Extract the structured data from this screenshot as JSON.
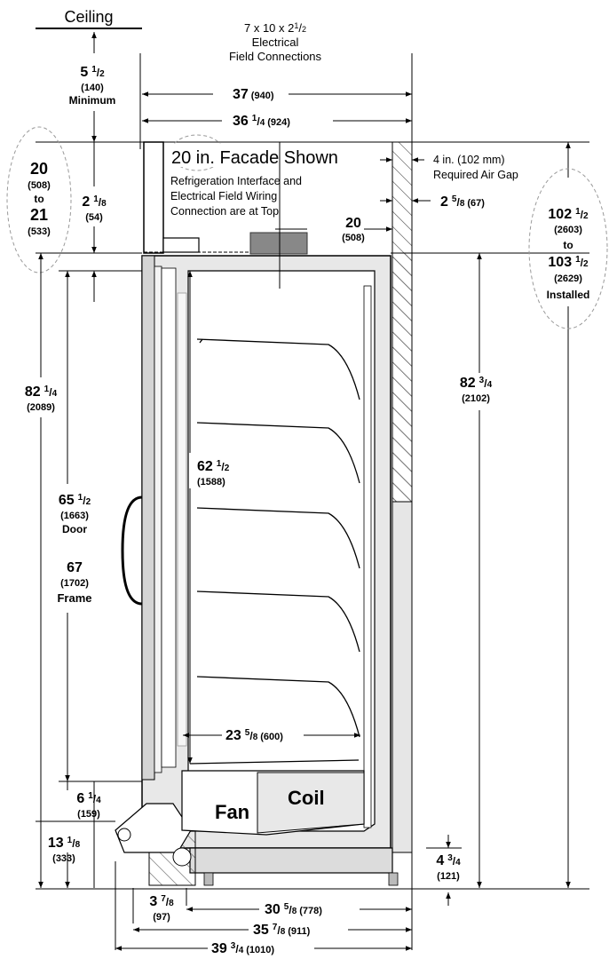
{
  "top_note": {
    "ceiling": "Ceiling",
    "electrical_size_a": "7 x 10 x 2",
    "electrical_size_sup": "1",
    "electrical_size_sub": "2",
    "electrical_line2": "Electrical",
    "electrical_line3": "Field Connections"
  },
  "facade": {
    "title": "20 in. Facade Shown",
    "note_line1": "Refrigeration Interface and",
    "note_line2": "Electrical Field Wiring",
    "note_line3": "Connection are at Top"
  },
  "air_gap": {
    "line1": "4 in. (102 mm)",
    "line2": "Required Air Gap"
  },
  "parts": {
    "fan": "Fan",
    "coil": "Coil"
  },
  "dims": {
    "ceiling_gap": {
      "whole": "5",
      "num": "1",
      "den": "2",
      "mm": "(140)",
      "note": "Minimum"
    },
    "top_width": {
      "whole": "37",
      "mm": "(940)"
    },
    "upper_width": {
      "whole": "36",
      "num": "1",
      "den": "4",
      "mm": "(924)"
    },
    "facade_range": {
      "a": "20",
      "a_mm": "(508)",
      "to": "to",
      "b": "21",
      "b_mm": "(533)"
    },
    "facade_small": {
      "whole": "2",
      "num": "1",
      "den": "8",
      "mm": "(54)"
    },
    "gap_to_wall": {
      "whole": "2",
      "num": "5",
      "den": "8",
      "mm": "(67)"
    },
    "box_width": {
      "whole": "20",
      "mm": "(508)"
    },
    "installed": {
      "a": "102",
      "a_num": "1",
      "a_den": "2",
      "a_mm": "(2603)",
      "to": "to",
      "b": "103",
      "b_num": "1",
      "b_den": "2",
      "b_mm": "(2629)",
      "note": "Installed"
    },
    "overall_height": {
      "whole": "82",
      "num": "1",
      "den": "4",
      "mm": "(2089)"
    },
    "right_height": {
      "whole": "82",
      "num": "3",
      "den": "4",
      "mm": "(2102)"
    },
    "interior_height": {
      "whole": "62",
      "num": "1",
      "den": "2",
      "mm": "(1588)"
    },
    "door": {
      "whole": "65",
      "num": "1",
      "den": "2",
      "mm": "(1663)",
      "note": "Door"
    },
    "frame": {
      "whole": "67",
      "mm": "(1702)",
      "note": "Frame"
    },
    "shelf_depth": {
      "whole": "23",
      "num": "5",
      "den": "8",
      "mm": "(600)"
    },
    "lower_front": {
      "whole": "6",
      "num": "1",
      "den": "4",
      "mm": "(159)"
    },
    "base_height": {
      "whole": "13",
      "num": "1",
      "den": "8",
      "mm": "(333)"
    },
    "foot_height": {
      "whole": "4",
      "num": "3",
      "den": "4",
      "mm": "(121)"
    },
    "kick": {
      "whole": "3",
      "num": "7",
      "den": "8",
      "mm": "(97)"
    },
    "depth_a": {
      "whole": "30",
      "num": "5",
      "den": "8",
      "mm": "(778)"
    },
    "depth_b": {
      "whole": "35",
      "num": "7",
      "den": "8",
      "mm": "(911)"
    },
    "depth_c": {
      "whole": "39",
      "num": "3",
      "den": "4",
      "mm": "(1010)"
    }
  }
}
